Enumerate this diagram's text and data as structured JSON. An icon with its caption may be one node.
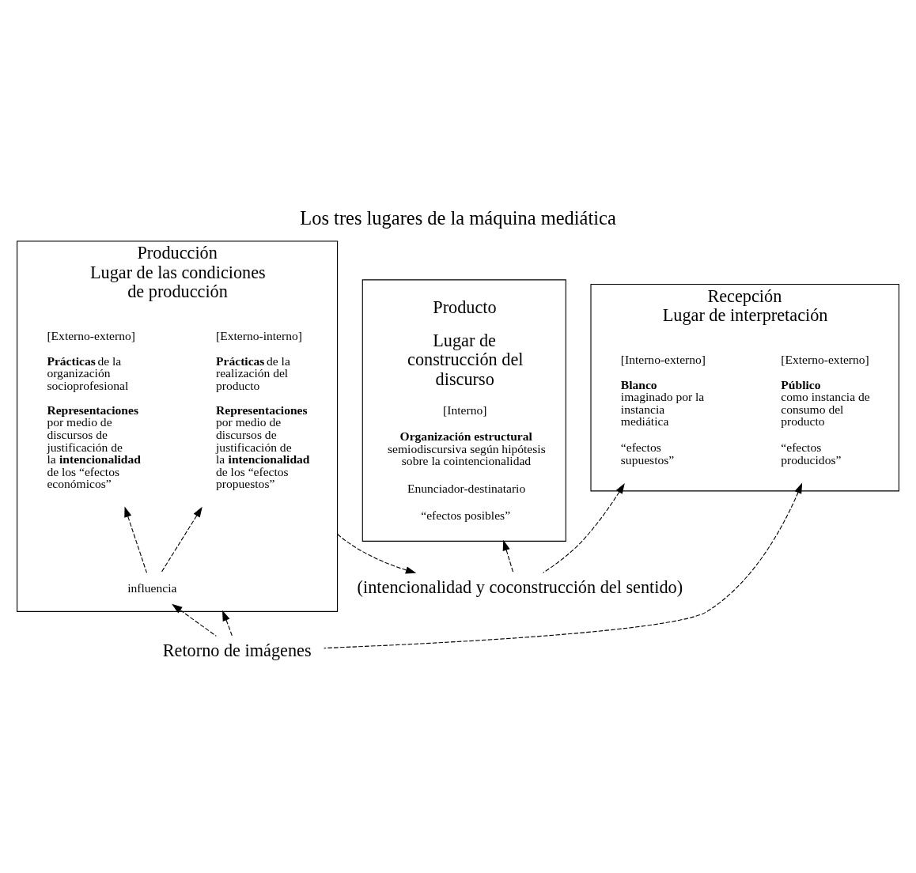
{
  "diagram": {
    "title": "Los tres lugares de la máquina mediática",
    "nodes": [
      {
        "text": [
          "Producción",
          "Lugar de las condiciones de producción"
        ]
      },
      {
        "text": [
          "[Externo-externo]",
          "**Prácticas** de la organización socioprofesional",
          "**Representaciones** por medio de discursos de justificación de la **intencionalidad** de los “efectos económicos”"
        ],
        "in": 0
      },
      {
        "text": [
          "[Externo-interno]",
          "**Prácticas** de la realización del producto",
          "**Representaciones** por medio de discursos de justificación de la **intencionalidad** de los “efectos propuestos”"
        ],
        "in": 0
      },
      {
        "text": [
          "influencia"
        ],
        "in": 0
      },
      {
        "text": [
          "Producto",
          "Lugar de construcción del discurso",
          "[Interno]",
          "**Organización estructural** semiodiscursiva según hipótesis sobre la cointencionalidad",
          "Enunciador-destinatario",
          "“efectos posibles”"
        ]
      },
      {
        "text": [
          "Recepción",
          "Lugar de interpretación"
        ]
      },
      {
        "text": [
          "[Interno-externo]",
          "**Blanco** imaginado por la instancia mediática",
          "“efectos supuestos”"
        ],
        "in": 5
      },
      {
        "text": [
          "[Externo-externo]",
          "**Público** como instancia de consumo del producto",
          "“efectos producidos”"
        ],
        "in": 5
      },
      {
        "text": [
          "(intencionalidad y coconstrucción del sentido)"
        ]
      },
      {
        "text": [
          "Retorno de imágenes"
        ]
      }
    ],
    "edges": [
      {
        "from": 3,
        "to": 1,
        "arrow": "to",
        "style": "dashed"
      },
      {
        "from": 3,
        "to": 2,
        "arrow": "to",
        "style": "dashed"
      },
      {
        "from": 0,
        "to": 8,
        "arrow": "to",
        "style": "dashed"
      },
      {
        "from": 8,
        "to": 4,
        "arrow": "to",
        "style": "dashed"
      },
      {
        "from": 8,
        "to": 6,
        "arrow": "to",
        "style": "dashed"
      },
      {
        "from": 9,
        "to": 0,
        "arrow": "to",
        "style": "dashed"
      },
      {
        "from": 9,
        "to": 3,
        "arrow": "to",
        "style": "dashed"
      },
      {
        "from": 9,
        "to": 7,
        "arrow": "to",
        "style": "dashed"
      }
    ]
  }
}
